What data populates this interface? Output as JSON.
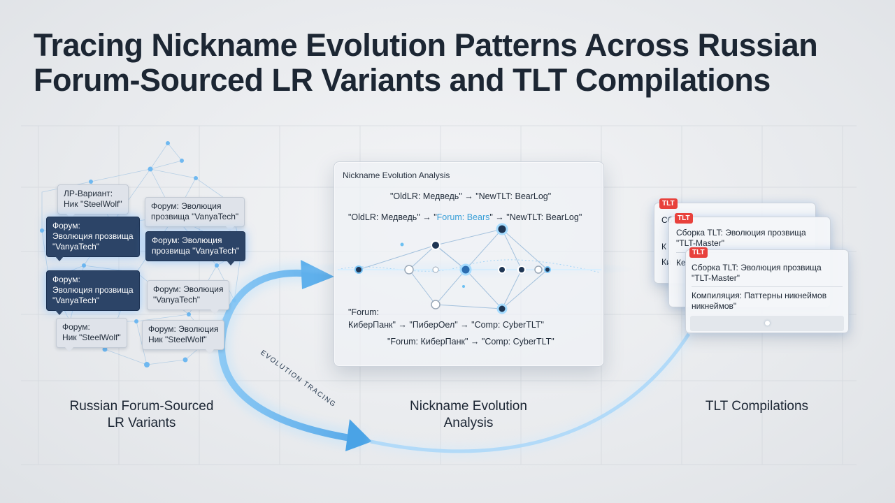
{
  "title": {
    "line1": "Tracing Nickname Evolution Patterns Across Russian",
    "line2": "Forum-Sourced LR Variants and TLT Compilations"
  },
  "left_bubbles": [
    {
      "line1": "ЛР-Вариант:",
      "line2": "Ник \"SteelWolf\""
    },
    {
      "line1": "Форум: Эволюция",
      "line2": "прозвища \"VanyaTech\""
    },
    {
      "line1": "Форум:",
      "line2": "Эволюция прозвища",
      "line3": "\"VanyaTech\""
    },
    {
      "line1": "Форум: Эволюция",
      "line2": "прозвища \"VanyaTech\""
    },
    {
      "line1": "Форум:",
      "line2": "Эволюция прозвища",
      "line3": "\"VanyaTech\""
    },
    {
      "line1": "Форум: Эволюция",
      "line2": "\"VanyaTech\""
    },
    {
      "line1": "Форум:",
      "line2": "Ник \"SteelWolf\""
    },
    {
      "line1": "Форум: Эволюция",
      "line2": "Ник \"SteelWolf\""
    }
  ],
  "arrow_label": "EVOLUTION TRACING",
  "panel": {
    "title": "Nickname Evolution Analysis",
    "line1": "\"OldLR: Медведь\" → \"NewTLT: BearLog\"",
    "line2_a": "\"OldLR: Медведь\" → \"",
    "line2_b": "Forum: Bears",
    "line2_c": "\" → \"NewTLT: BearLog\"",
    "line3": "\"Forum:",
    "line4": "КиберПанк\" → \"ПиберОел\" → \"Comp: CyberTLT\"",
    "line5": "\"Forum: КиберПанк\" → \"Comp: CyberTLT\""
  },
  "cards": {
    "badge": "TLT",
    "back_line": "Сборка",
    "back_k1": "К",
    "back_k2": "Ки",
    "middle_line1": "Сборка TLT: Эволюция прозвища",
    "middle_line2": "\"TLT-Master\"",
    "middle_k": "Ке",
    "front_line1": "Сборка TLT: Эволюция прозвища",
    "front_line2": "\"TLT-Master\"",
    "front_line3": "Компиляция: Паттерны никнеймов",
    "front_line4": "никнеймов\""
  },
  "captions": {
    "left_line1": "Russian Forum-Sourced",
    "left_line2": "LR Variants",
    "center_line1": "Nickname Evolution",
    "center_line2": "Analysis",
    "right": "TLT Compilations"
  },
  "colors": {
    "accent_blue": "#4aa8e8",
    "dark_bubble": "#2c4467",
    "badge_red": "#e8413c"
  }
}
